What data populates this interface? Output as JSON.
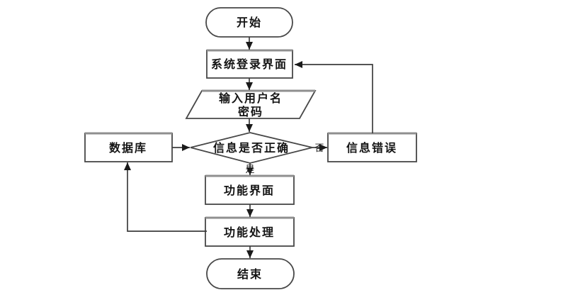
{
  "diagram": {
    "type": "flowchart",
    "background": "#ffffff",
    "line_color": "#3d3d3d",
    "text_color": "#141414",
    "nodes": {
      "start": {
        "shape": "terminator",
        "label": "开始"
      },
      "login": {
        "shape": "process",
        "label": "系统登录界面"
      },
      "input": {
        "shape": "input-output",
        "lines": [
          "输入用户名",
          "密码"
        ]
      },
      "decision": {
        "shape": "decision",
        "label": "信息是否正确"
      },
      "database": {
        "shape": "process",
        "label": "数据库"
      },
      "error": {
        "shape": "process",
        "label": "信息错误"
      },
      "function_ui": {
        "shape": "process",
        "label": "功能界面"
      },
      "function_process": {
        "shape": "process",
        "label": "功能处理"
      },
      "end": {
        "shape": "terminator",
        "label": "结束"
      }
    },
    "edge_labels": {
      "yes": "是",
      "no": "否"
    }
  }
}
